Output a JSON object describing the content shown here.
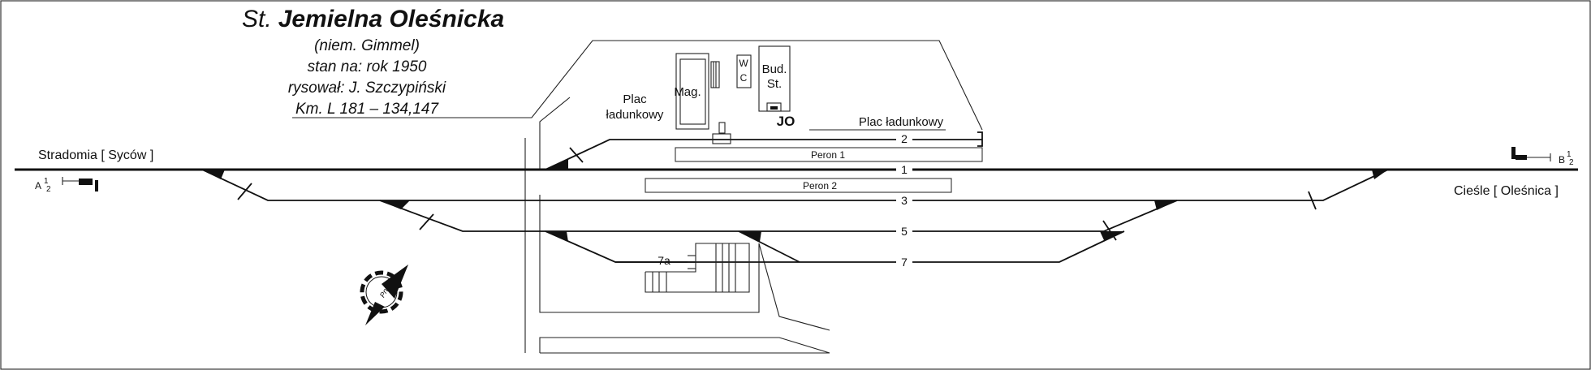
{
  "title": {
    "prefix": "St.",
    "name": "Jemielna Oleśnicka",
    "lines": [
      "(niem. Gimmel)",
      "stan na: rok 1950",
      "rysował: J. Szczypiński",
      "Km. L 181 – 134,147"
    ]
  },
  "directions": {
    "west": "Stradomia [ Syców ]",
    "east": "Cieśle [ Oleśnica ]"
  },
  "signals": {
    "a_letter": "A",
    "a_num": "1",
    "a_den": "2",
    "b_letter": "B",
    "b_num": "1",
    "b_den": "2"
  },
  "tracks": {
    "t1": "1",
    "t2": "2",
    "t3": "3",
    "t5": "5",
    "t7": "7",
    "t7a": "7a"
  },
  "platforms": {
    "peron1": "Peron 1",
    "peron2": "Peron 2"
  },
  "buildings": {
    "mag": "Mag.",
    "wc_w": "W",
    "wc_c": "C",
    "bud_1": "Bud.",
    "bud_2": "St.",
    "jo": "JO",
    "plac_1_line1": "Plac",
    "plac_1_line2": "ładunkowy",
    "plac_2": "Plac ładunkowy"
  },
  "compass": {
    "label": "Pn"
  }
}
